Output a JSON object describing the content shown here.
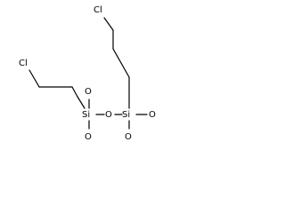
{
  "molecule": {
    "atoms": {
      "cl_left": "Cl",
      "cl_right": "Cl",
      "si_left": "Si",
      "si_right": "Si",
      "o_bridge": "O",
      "o_si_left_top": "O",
      "o_si_left_bottom": "O",
      "o_si_right_right": "O",
      "o_si_right_bottom": "O"
    }
  }
}
